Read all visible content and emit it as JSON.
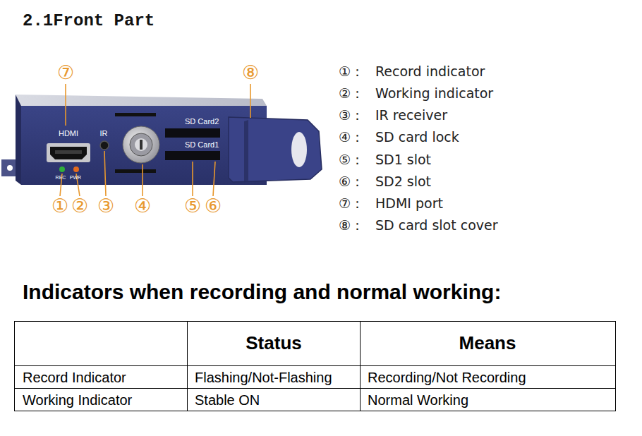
{
  "diagram": {
    "title": "2.1Front Part",
    "labels": [
      "⑦",
      "⑧",
      "①",
      "②",
      "③",
      "④",
      "⑤",
      "⑥",
      "HDMI",
      "IR",
      "SD Card2",
      "SD Card1",
      "REC",
      "PWR",
      "①：",
      "Record indicator",
      "②：",
      "Working indicator",
      "③：",
      "IR receiver",
      "④：",
      "SD card lock",
      "⑤：",
      "SD1 slot",
      "⑥：",
      "SD2 slot",
      "⑦：",
      "HDMI port",
      "⑧：",
      "SD card slot cover",
      "Indicators when recording and normal working:",
      "Status",
      "Means",
      "Record Indicator",
      "Flashing/Not-Flashing",
      "Recording/Not Recording",
      "Working Indicator",
      "Stable ON",
      "Normal Working"
    ]
  }
}
